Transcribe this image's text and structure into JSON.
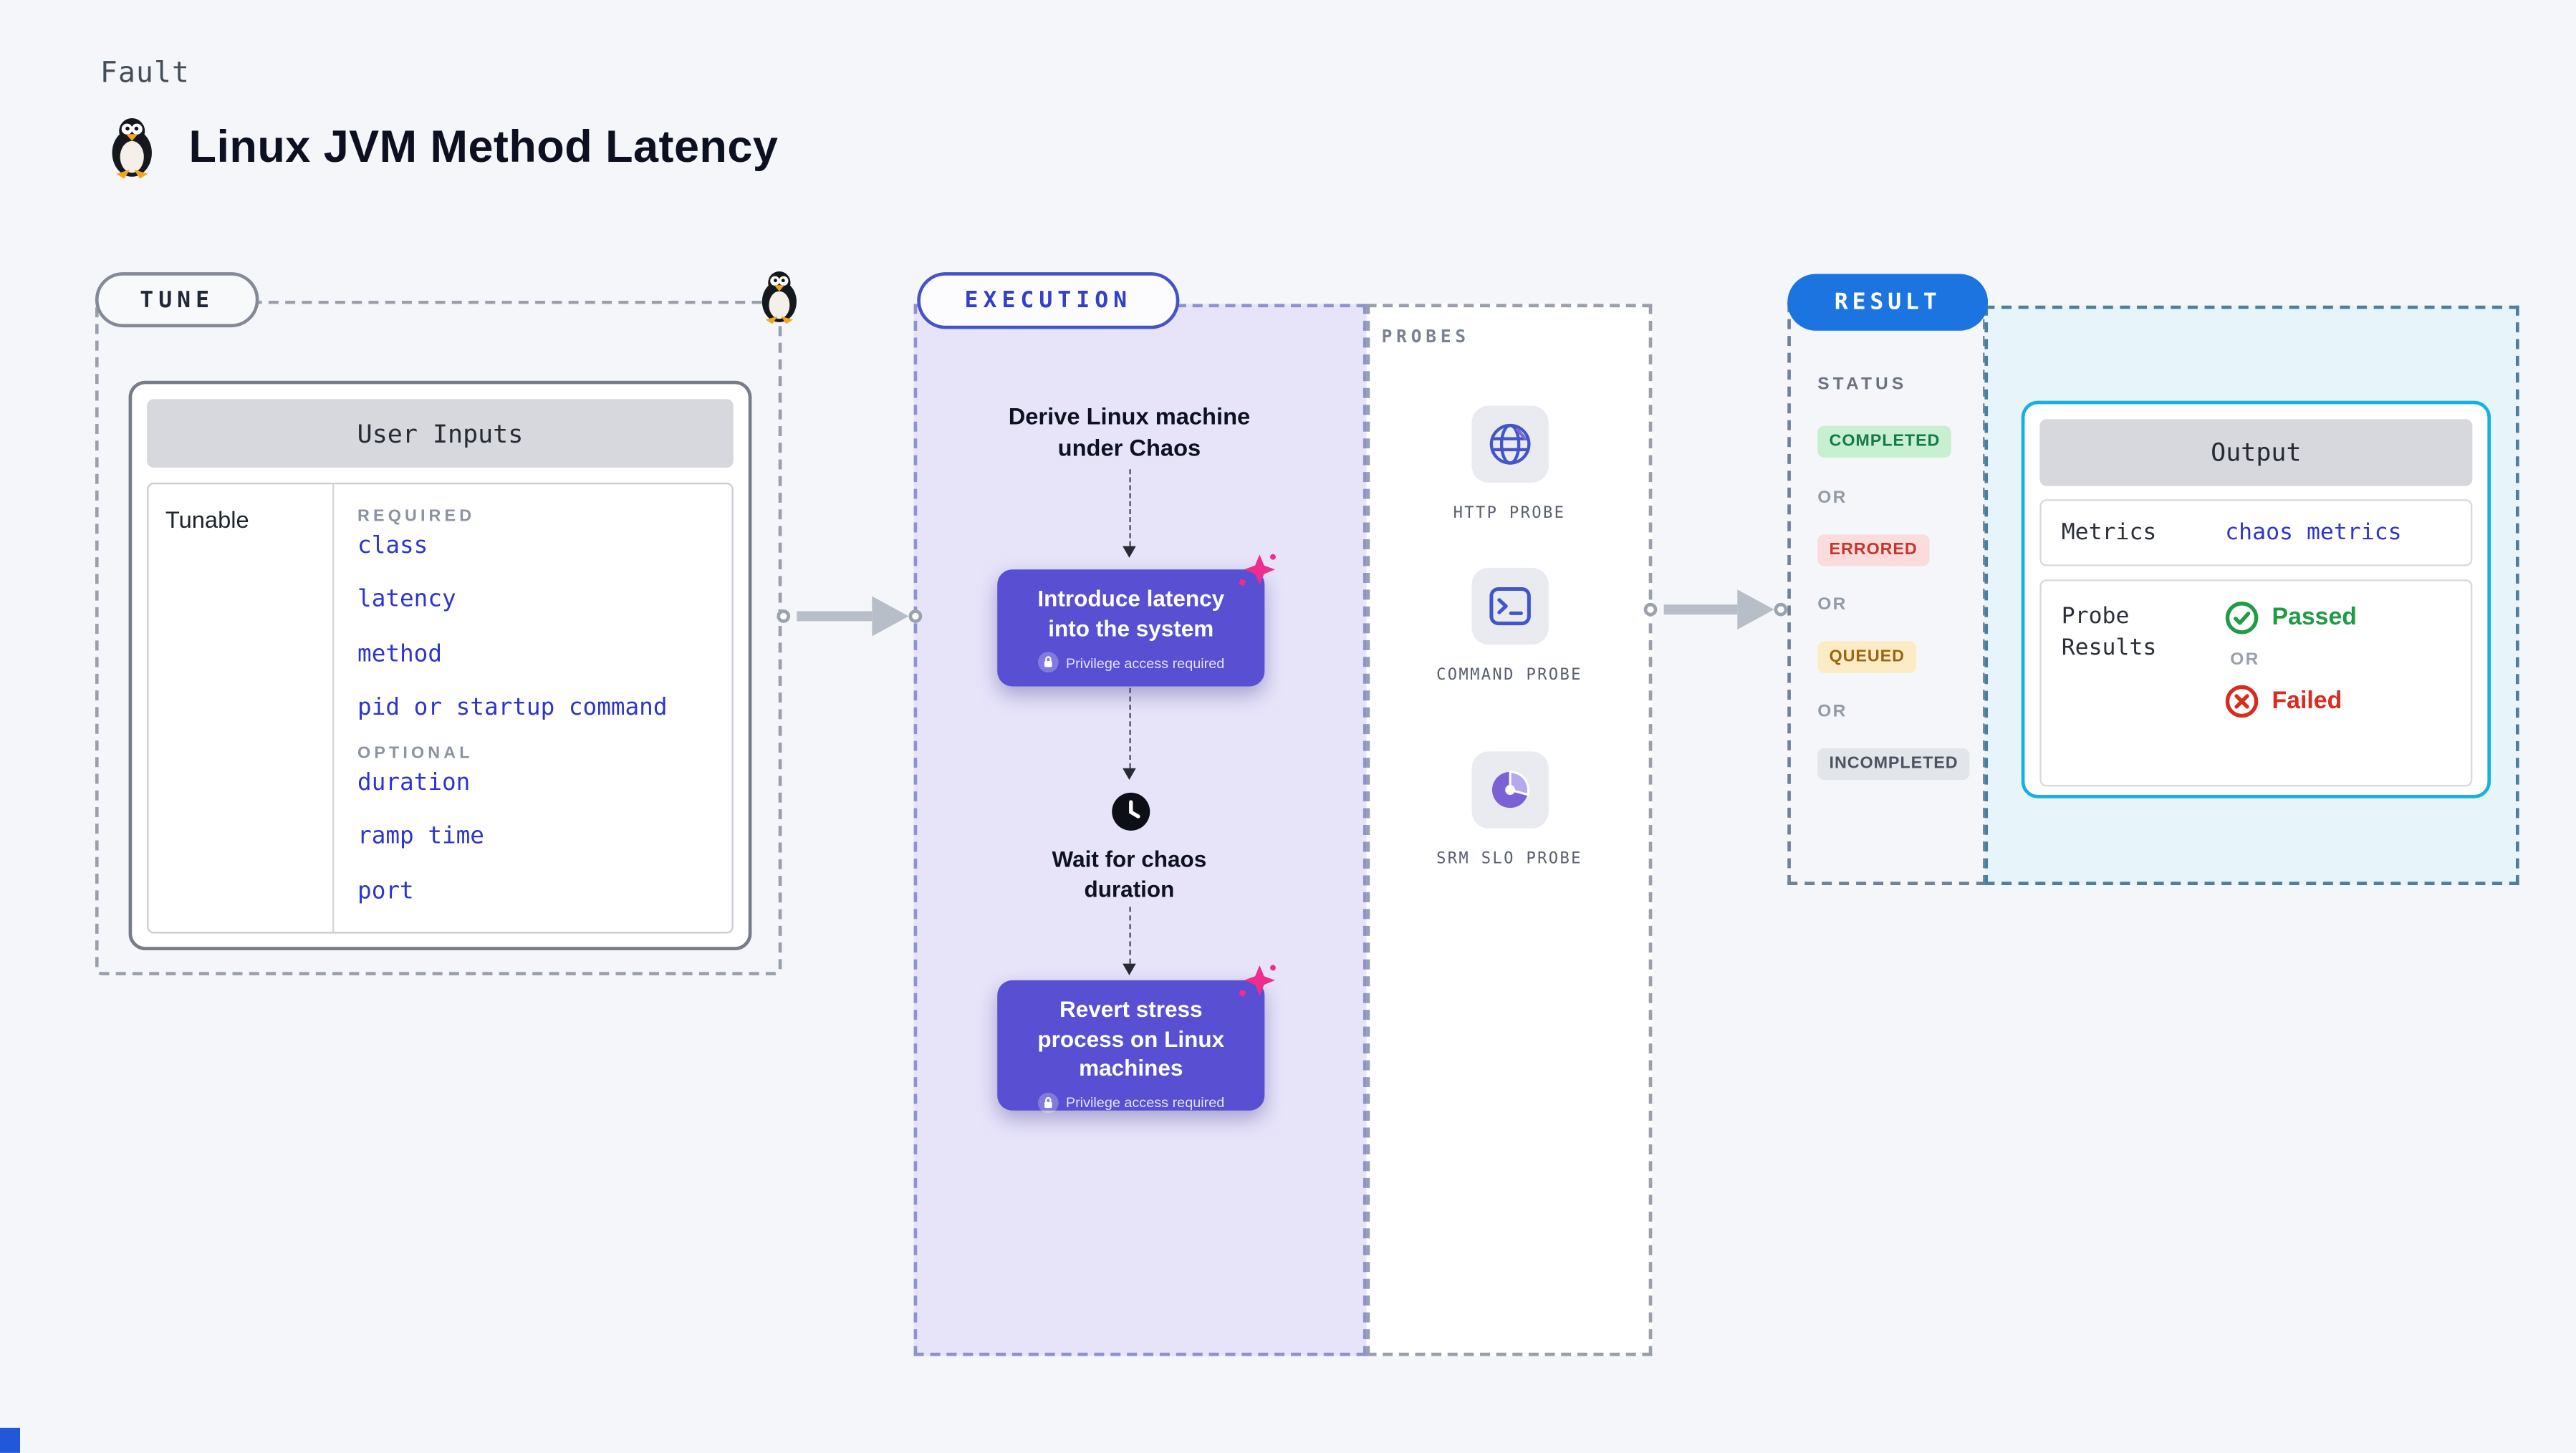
{
  "page": {
    "kicker": "Fault",
    "title": "Linux JVM Method Latency"
  },
  "tune": {
    "label": "TUNE",
    "card": {
      "header": "User Inputs",
      "row_label": "Tunable",
      "required_label": "REQUIRED",
      "required_items": [
        "class",
        "latency",
        "method",
        "pid or startup command"
      ],
      "optional_label": "OPTIONAL",
      "optional_items": [
        "duration",
        "ramp time",
        "port"
      ]
    }
  },
  "execution": {
    "label": "EXECUTION",
    "start_text": "Derive Linux machine under Chaos",
    "step1": {
      "title": "Introduce latency into the system",
      "badge": "Privilege access required"
    },
    "wait_text": "Wait for chaos duration",
    "step2": {
      "title": "Revert stress process on Linux machines",
      "badge": "Privilege access required"
    }
  },
  "probes": {
    "label": "PROBES",
    "items": [
      {
        "name": "HTTP PROBE",
        "icon": "globe-icon"
      },
      {
        "name": "COMMAND PROBE",
        "icon": "terminal-icon"
      },
      {
        "name": "SRM SLO PROBE",
        "icon": "slo-pie-icon"
      }
    ]
  },
  "result": {
    "label": "RESULT",
    "status_label": "STATUS",
    "or_label": "OR",
    "statuses": [
      {
        "label": "COMPLETED",
        "kind": "success"
      },
      {
        "label": "ERRORED",
        "kind": "error"
      },
      {
        "label": "QUEUED",
        "kind": "warning"
      },
      {
        "label": "INCOMPLETED",
        "kind": "neutral"
      }
    ],
    "output": {
      "header": "Output",
      "metrics_label": "Metrics",
      "metrics_value": "chaos metrics",
      "probe_results_label": "Probe Results",
      "passed_label": "Passed",
      "failed_label": "Failed"
    }
  },
  "colors": {
    "page-bg": "#f5f6f9",
    "accent-indigo": "#584fd2",
    "accent-blue": "#1b74e0",
    "execution-fill": "#e7e4fa",
    "result-fill": "#e7f5fb",
    "link-blue": "#2c35cf",
    "pill-border-purple": "#4553c8",
    "cyan-border": "#15b1e3",
    "success-green": "#1f9c44",
    "error-red": "#d92c20",
    "warning-amber": "#9c6410",
    "magenta-sparkle": "#ee2d8e"
  }
}
